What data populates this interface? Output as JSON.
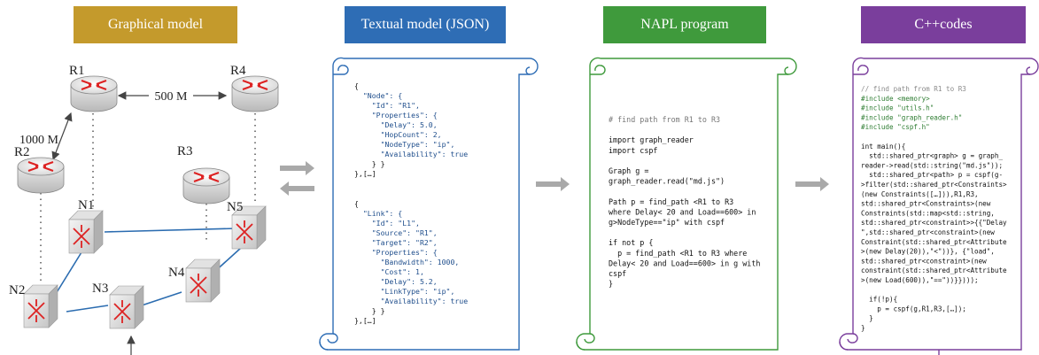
{
  "headers": {
    "graphical": {
      "label": "Graphical model",
      "color": "#c49a2c"
    },
    "textual": {
      "label": "Textual model (JSON)",
      "color": "#2e6db5"
    },
    "napl": {
      "label": "NAPL program",
      "color": "#3f9a3c"
    },
    "cpp": {
      "label": "C++codes",
      "color": "#7a3e9c"
    }
  },
  "graph": {
    "routers": [
      "R1",
      "R2",
      "R3",
      "R4"
    ],
    "switches": [
      "N1",
      "N2",
      "N3",
      "N4",
      "N5"
    ],
    "link_r1_r4": "500 M",
    "link_r1_r2": "1000 M"
  },
  "json_code": {
    "node_block": [
      "{",
      "  \"Node\": {",
      "    \"Id\": \"R1\",",
      "    \"Properties\": {",
      "      \"Delay\": 5.0,",
      "      \"HopCount\": 2,",
      "      \"NodeType\": \"ip\",",
      "      \"Availability\": true",
      "    } }",
      "},[…]"
    ],
    "link_block": [
      "{",
      "  \"Link\": {",
      "    \"Id\": \"L1\",",
      "    \"Source\": \"R1\",",
      "    \"Target\": \"R2\",",
      "    \"Properties\": {",
      "      \"Bandwidth\": 1000,",
      "      \"Cost\": 1,",
      "      \"Delay\": 5.2,",
      "      \"LinkType\": \"ip\",",
      "      \"Availability\": true",
      "    } }",
      "},[…]"
    ]
  },
  "napl_code": [
    "# find path from R1 to R3",
    "",
    "import graph_reader",
    "import cspf",
    "",
    "Graph g =",
    "graph_reader.read(\"md.js\")",
    "",
    "Path p = find_path <R1 to R3",
    "where Delay< 20 and Load==600> in",
    "g>NodeType==\"ip\" with cspf",
    "",
    "if not p {",
    "  p = find_path <R1 to R3 where",
    "Delay< 20 and Load==600> in g with",
    "cspf",
    "}"
  ],
  "cpp_code": [
    "// find path from R1 to R3",
    "#include <memory>",
    "#include \"utils.h\"",
    "#include \"graph_reader.h\"",
    "#include \"cspf.h\"",
    "",
    "int main(){",
    "  std::shared_ptr<graph> g = graph_",
    "reader->read(std::string(\"md.js\"));",
    "  std::shared_ptr<path> p = cspf(g-",
    ">filter(std::shared_ptr<Constraints>",
    "(new Constraints([…])),R1,R3,",
    "std::shared_ptr<Constraints>(new",
    "Constraints(std::map<std::string,",
    "std::shared_ptr<constraint>>{{\"Delay",
    "\",std::shared_ptr<constraint>(new",
    "Constraint(std::shared_ptr<Attribute",
    ">(new Delay(20)),\"<\"))}, {\"load\",",
    "std::shared_ptr<constraint>(new",
    "constraint(std::shared_ptr<Attribute",
    ">(new Load(600)),\"==\"))}})));",
    "",
    "  if(!p){",
    "    p = cspf(g,R1,R3,[…]);",
    "  }",
    "}"
  ]
}
